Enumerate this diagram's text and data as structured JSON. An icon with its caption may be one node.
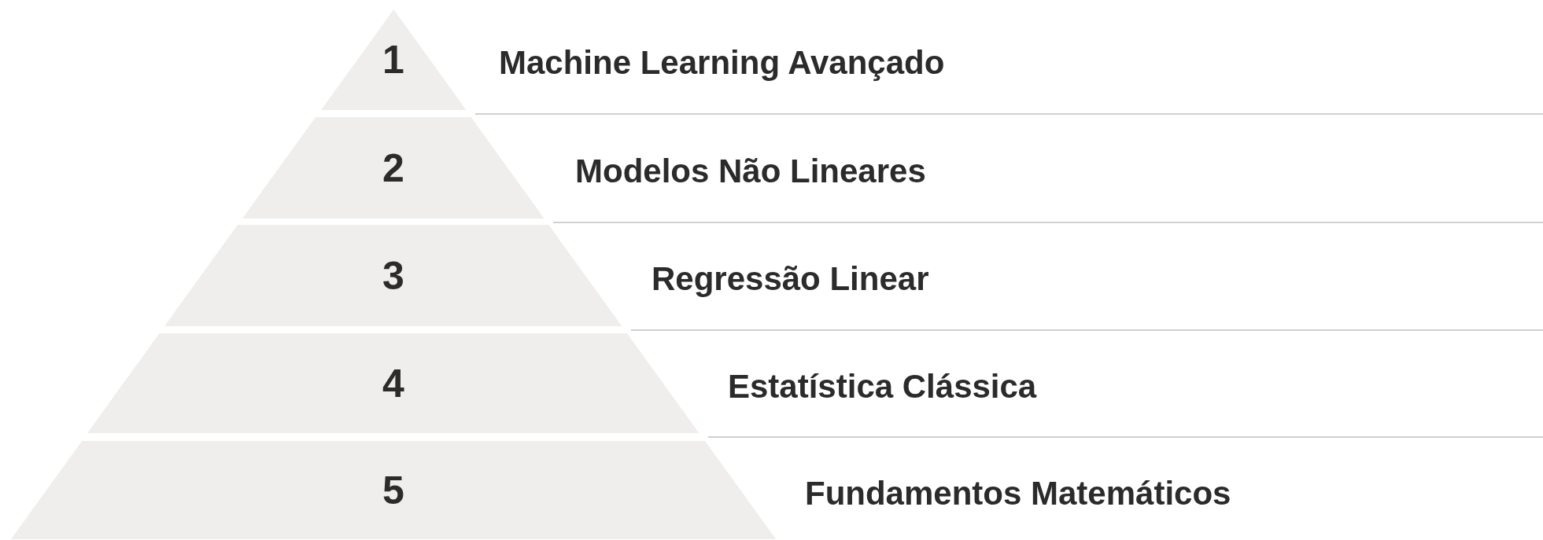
{
  "diagram": {
    "nodes": [
      {
        "text": [
          "1"
        ],
        "beside": [
          "Machine Learning Avançado"
        ]
      },
      {
        "text": [
          "2"
        ],
        "beside": [
          "Modelos Não Lineares"
        ]
      },
      {
        "text": [
          "3"
        ],
        "beside": [
          "Regressão Linear"
        ]
      },
      {
        "text": [
          "4"
        ],
        "beside": [
          "Estatística Clássica"
        ]
      },
      {
        "text": [
          "5"
        ],
        "beside": [
          "Fundamentos Matemáticos"
        ]
      }
    ]
  }
}
